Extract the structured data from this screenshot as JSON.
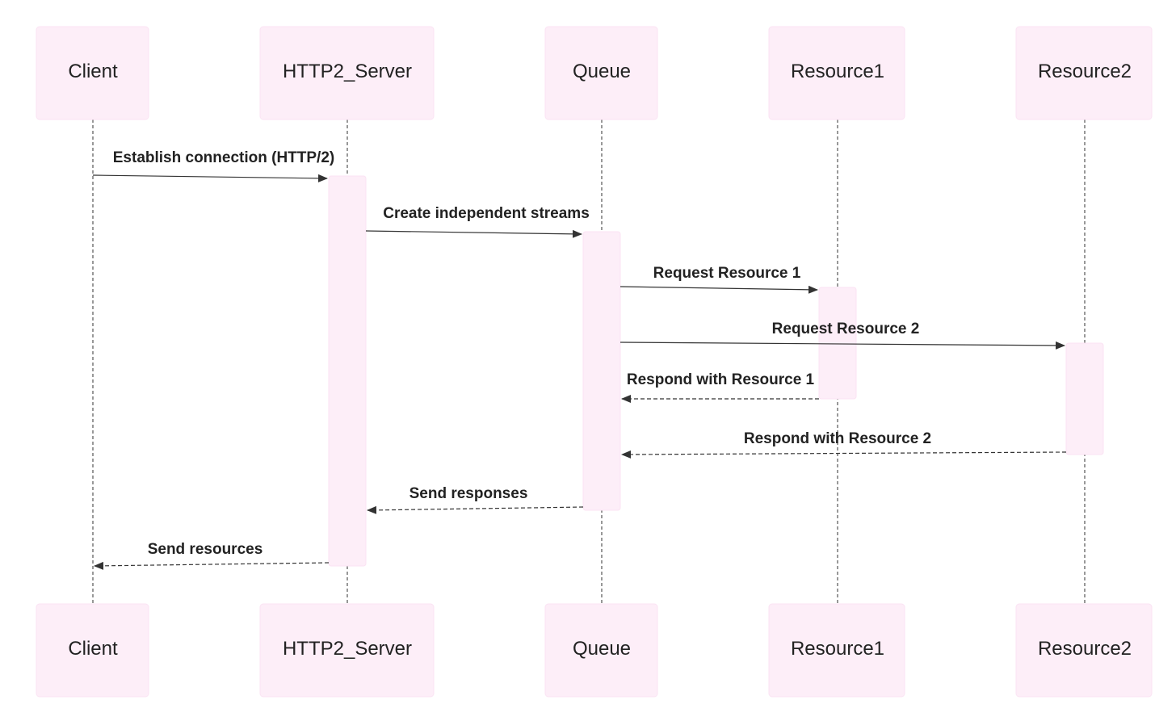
{
  "diagram": {
    "colors": {
      "box_fill": "#fdeef8",
      "line": "#333333",
      "text": "#222222"
    },
    "actors": [
      {
        "id": "client",
        "label": "Client"
      },
      {
        "id": "server",
        "label": "HTTP2_Server"
      },
      {
        "id": "queue",
        "label": "Queue"
      },
      {
        "id": "resource1",
        "label": "Resource1"
      },
      {
        "id": "resource2",
        "label": "Resource2"
      }
    ],
    "messages": [
      {
        "label": "Establish connection (HTTP/2)",
        "from": "client",
        "to": "server",
        "style": "solid"
      },
      {
        "label": "Create independent streams",
        "from": "server",
        "to": "queue",
        "style": "solid"
      },
      {
        "label": "Request Resource 1",
        "from": "queue",
        "to": "resource1",
        "style": "solid"
      },
      {
        "label": "Request Resource 2",
        "from": "queue",
        "to": "resource2",
        "style": "solid"
      },
      {
        "label": "Respond with Resource 1",
        "from": "resource1",
        "to": "queue",
        "style": "dashed"
      },
      {
        "label": "Respond with Resource 2",
        "from": "resource2",
        "to": "queue",
        "style": "dashed"
      },
      {
        "label": "Send responses",
        "from": "queue",
        "to": "server",
        "style": "dashed"
      },
      {
        "label": "Send resources",
        "from": "server",
        "to": "client",
        "style": "dashed"
      }
    ]
  }
}
